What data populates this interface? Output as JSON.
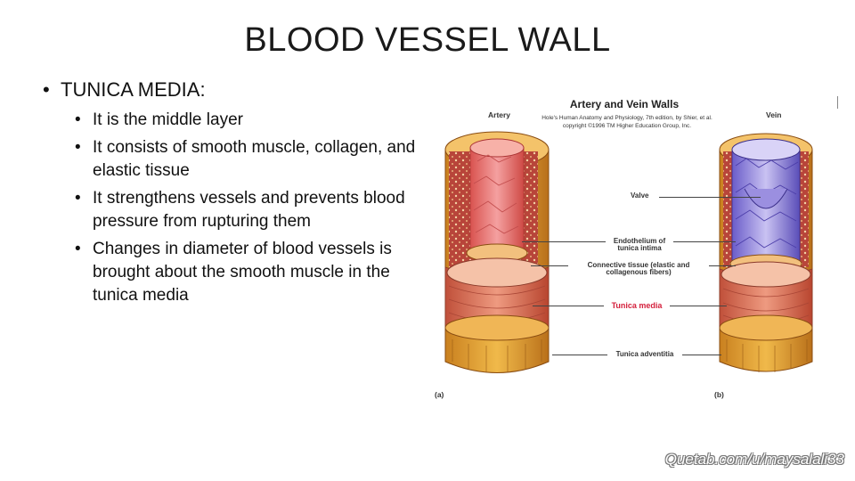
{
  "slide": {
    "title": "BLOOD VESSEL WALL",
    "bullet": "TUNICA MEDIA:",
    "subpoints": [
      "It is the middle layer",
      "It consists of smooth muscle, collagen, and elastic tissue",
      "It strengthens vessels and prevents blood pressure from rupturing them",
      "Changes in diameter of blood vessels is brought about the smooth muscle in the tunica media"
    ]
  },
  "figure": {
    "title": "Artery and Vein Walls",
    "credit": "Hole's Human Anatomy and Physiology, 7th edition, by Shier, et al. copyright ©1996 TM Higher Education Group, Inc.",
    "label_artery": "Artery",
    "label_vein": "Vein",
    "callouts": {
      "valve": "Valve",
      "endothelium": "Endothelium of tunica intima",
      "connective": "Connective tissue (elastic and collagenous fibers)",
      "tunica_media": "Tunica media",
      "tunica_adventitia": "Tunica adventitia"
    },
    "panel_a": "(a)",
    "panel_b": "(b)",
    "colors": {
      "tunica_media": "#d4213d"
    }
  },
  "watermark": "Quetab.com/u/maysalali33"
}
